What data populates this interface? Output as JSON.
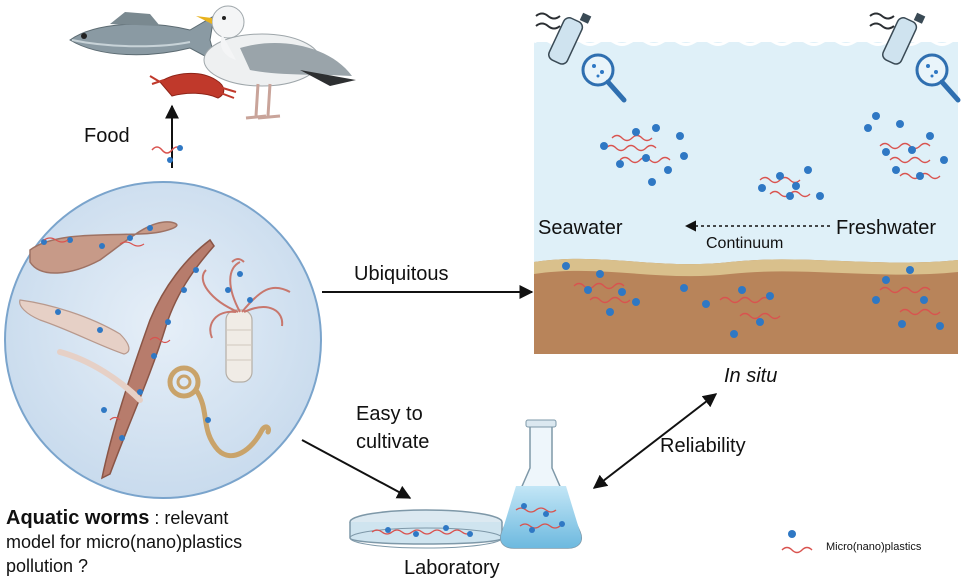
{
  "labels": {
    "food": "Food",
    "ubiquitous": "Ubiquitous",
    "seawater": "Seawater",
    "freshwater": "Freshwater",
    "continuum": "Continuum",
    "in_situ": "In situ",
    "easy_to_cultivate_line1": "Easy to",
    "easy_to_cultivate_line2": "cultivate",
    "reliability": "Reliability",
    "laboratory": "Laboratory",
    "legend_micro": "Micro(nano)plastics"
  },
  "caption": {
    "bold": "Aquatic worms",
    "rest_line1": " : relevant",
    "line2": "model for micro(nano)plastics",
    "line3": "pollution ?"
  },
  "colors": {
    "water": "#dff0f8",
    "sediment": "#b8845a",
    "sand": "#d9c08c",
    "particle": "#2f78c4",
    "worm_red": "#d9534f",
    "circle_fill": "#cfe0ef",
    "circle_stroke": "#7aa4cc"
  },
  "icons": [
    "fish-icon",
    "seagull-icon",
    "shrimp-icon",
    "bottle-icon",
    "magnifier-icon",
    "petri-dish-icon",
    "flask-icon",
    "worm-icon",
    "tubeworm-icon"
  ]
}
